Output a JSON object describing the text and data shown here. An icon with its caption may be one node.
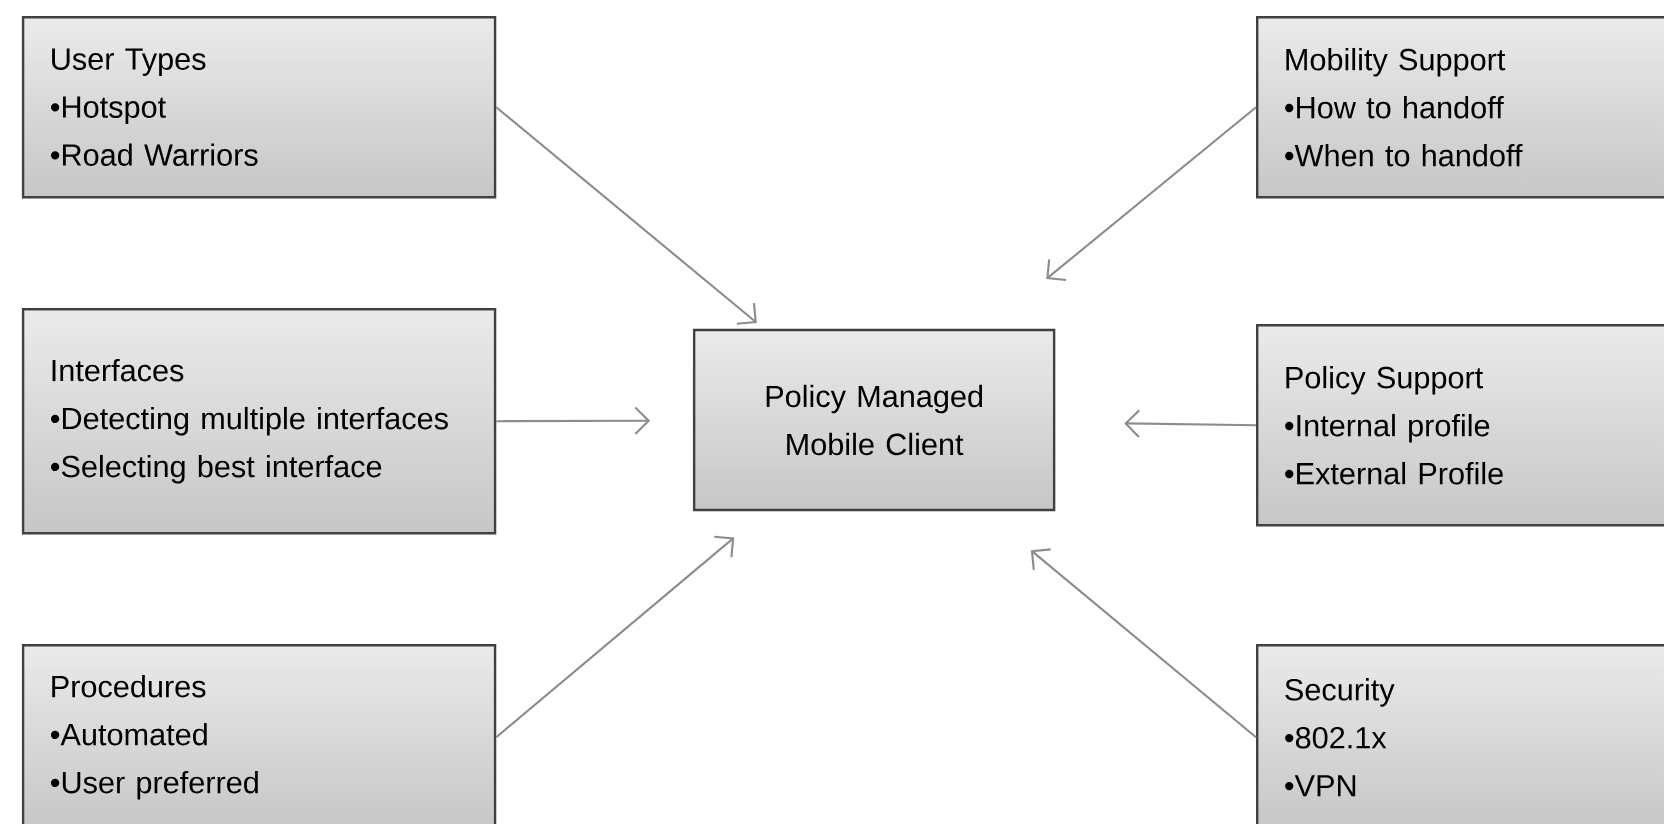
{
  "diagram": {
    "nodes": [
      {
        "text": [
          "Policy Managed Mobile Client"
        ]
      },
      {
        "text": [
          "User Types",
          "•Hotspot",
          "•Road Warriors"
        ]
      },
      {
        "text": [
          "Interfaces",
          "•Detecting multiple interfaces",
          "•Selecting best interface"
        ]
      },
      {
        "text": [
          "Procedures",
          "•Automated",
          "•User preferred"
        ]
      },
      {
        "text": [
          "Mobility Support",
          "•How to handoff",
          "•When to handoff"
        ]
      },
      {
        "text": [
          "Policy Support",
          "•Internal profile",
          "•External Profile"
        ]
      },
      {
        "text": [
          "Security",
          "•802.1x",
          "•VPN"
        ]
      }
    ],
    "edges": [
      {
        "from": 1,
        "to": 0,
        "arrow": "to"
      },
      {
        "from": 2,
        "to": 0,
        "arrow": "to"
      },
      {
        "from": 3,
        "to": 0,
        "arrow": "to"
      },
      {
        "from": 4,
        "to": 0,
        "arrow": "to"
      },
      {
        "from": 5,
        "to": 0,
        "arrow": "to"
      },
      {
        "from": 6,
        "to": 0,
        "arrow": "to"
      }
    ]
  }
}
